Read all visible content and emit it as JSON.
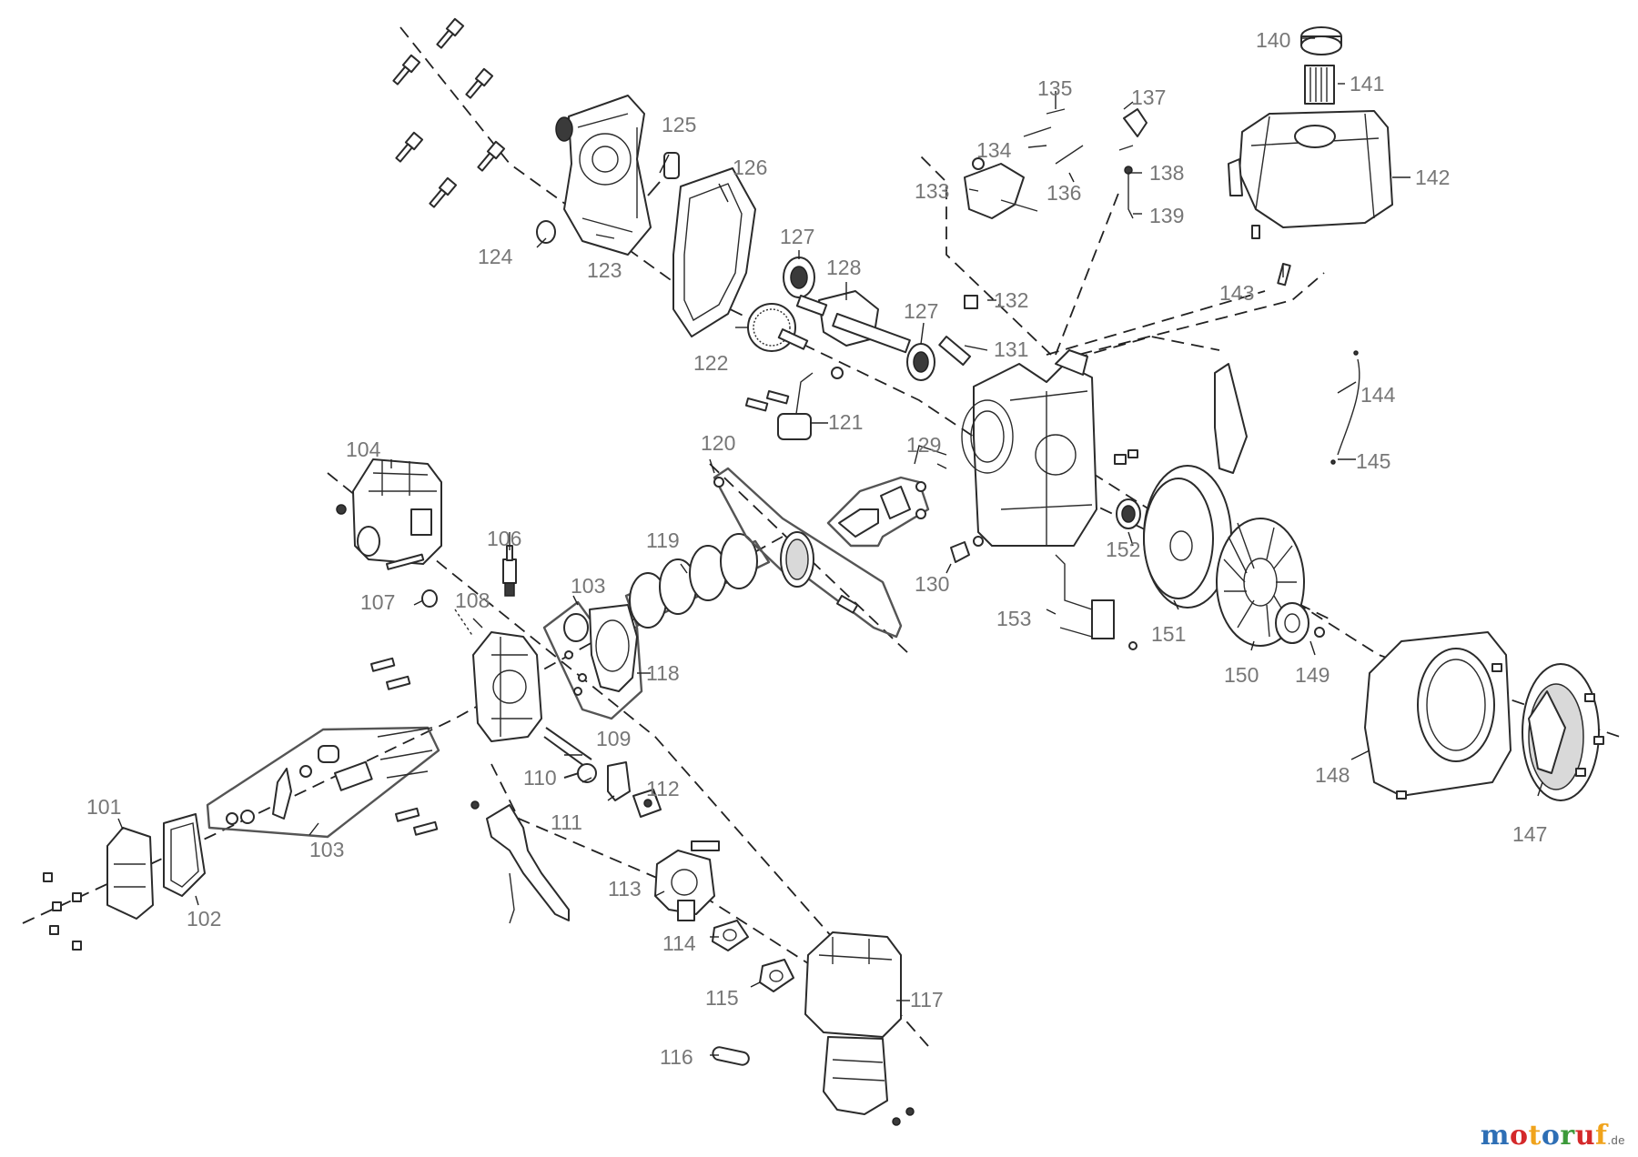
{
  "brand": {
    "wordmark": [
      "m",
      "o",
      "t",
      "o",
      "r",
      "u",
      "f"
    ],
    "wordmark_colors": [
      "#2e6fb5",
      "#d4292a",
      "#f0a31c",
      "#2e6fb5",
      "#3c9a3a",
      "#d4292a",
      "#f0a31c"
    ],
    "tld": ".de"
  },
  "callouts": {
    "c101": "101",
    "c102": "102",
    "c103a": "103",
    "c103b": "103",
    "c104": "104",
    "c106": "106",
    "c107": "107",
    "c108": "108",
    "c109": "109",
    "c110": "110",
    "c111": "111",
    "c112": "112",
    "c113": "113",
    "c114": "114",
    "c115": "115",
    "c116": "116",
    "c117": "117",
    "c118": "118",
    "c119": "119",
    "c120": "120",
    "c121": "121",
    "c122": "122",
    "c123": "123",
    "c124": "124",
    "c125": "125",
    "c126": "126",
    "c127a": "127",
    "c127b": "127",
    "c128": "128",
    "c129": "129",
    "c130": "130",
    "c131": "131",
    "c132": "132",
    "c133": "133",
    "c134": "134",
    "c135": "135",
    "c136": "136",
    "c137": "137",
    "c138": "138",
    "c139": "139",
    "c140": "140",
    "c141": "141",
    "c142": "142",
    "c143": "143",
    "c144": "144",
    "c145": "145",
    "c147": "147",
    "c148": "148",
    "c149": "149",
    "c150": "150",
    "c151": "151",
    "c152": "152",
    "c153": "153"
  }
}
